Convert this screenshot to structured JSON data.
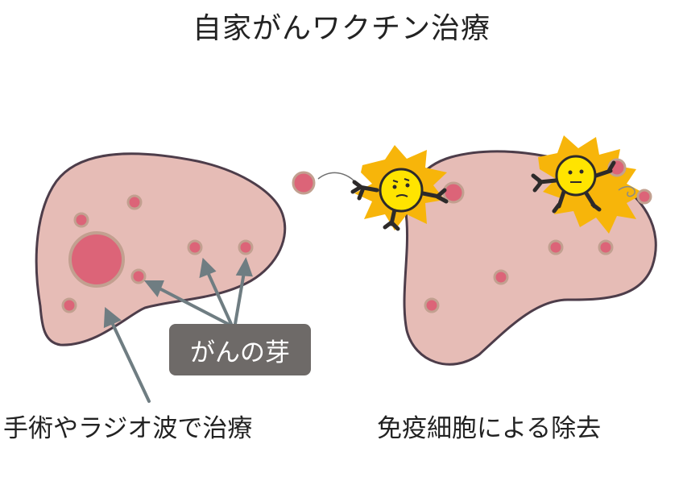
{
  "title": "自家がんワクチン治療",
  "badge_label": "がんの芽",
  "caption_left": "手術やラジオ波で治療",
  "caption_right": "免疫細胞による除去",
  "colors": {
    "organ_fill": "#e6bcb6",
    "organ_stroke": "#4d3d4a",
    "cancer_spot": "#dc6478",
    "spot_ring": "#c2a090",
    "arrow": "#6f7d82",
    "badge_bg": "#6e6a68",
    "cell_fill": "#ffe400",
    "burst_fill": "#f7b50a"
  },
  "icons": [
    "immune-cell-icon",
    "burst-icon",
    "tumor-spot-icon",
    "arrow-icon"
  ]
}
